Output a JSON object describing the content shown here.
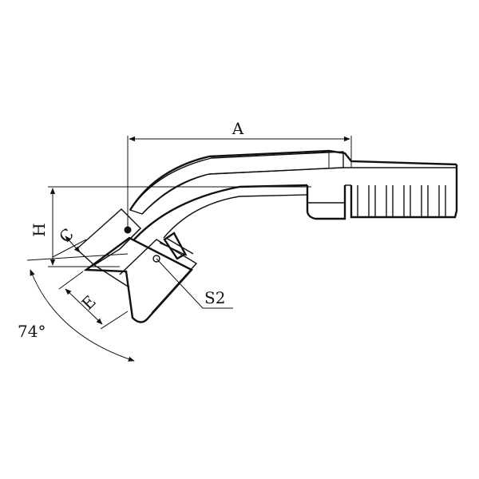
{
  "diagram": {
    "labels": {
      "A": "A",
      "H": "H",
      "C": "C",
      "E": "E",
      "S2": "S2",
      "angle": "74°"
    },
    "colors": {
      "line": "#111111",
      "background": "#ffffff"
    }
  }
}
